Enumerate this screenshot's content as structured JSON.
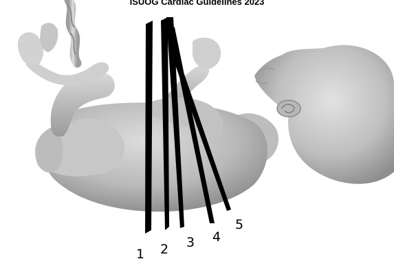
{
  "header": {
    "title": "ISUOG Cardiac Guidelines 2023"
  },
  "figure": {
    "subject": "fetus-illustration",
    "plane_labels": [
      "1",
      "2",
      "3",
      "4",
      "5"
    ],
    "colors": {
      "skin_light": "#d6d6d6",
      "skin_mid": "#b4b4b4",
      "skin_dark": "#8c8c8c",
      "plane_line": "#000000",
      "umbilical_cord": "#c9c9c9",
      "label_text": "#000000"
    }
  }
}
